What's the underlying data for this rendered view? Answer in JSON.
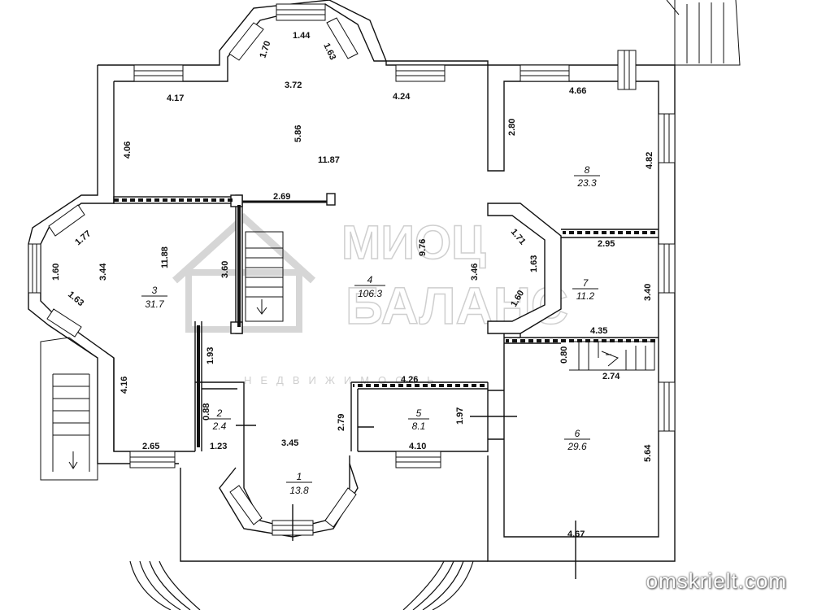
{
  "watermark": {
    "brand_line1": "МИОЦ",
    "brand_line2": "БАЛАНС",
    "brand_sub": "НЕДВИЖИМОСТЬ",
    "site": "omskrielt.com"
  },
  "rooms": [
    {
      "id": "1",
      "number": "1",
      "area": "13.8"
    },
    {
      "id": "2",
      "number": "2",
      "area": "2.4"
    },
    {
      "id": "3",
      "number": "3",
      "area": "31.7"
    },
    {
      "id": "4",
      "number": "4",
      "area": "106.3"
    },
    {
      "id": "5",
      "number": "5",
      "area": "8.1"
    },
    {
      "id": "6",
      "number": "6",
      "area": "29.6"
    },
    {
      "id": "7",
      "number": "7",
      "area": "11.2"
    },
    {
      "id": "8",
      "number": "8",
      "area": "23.3"
    }
  ],
  "dimensions": [
    "1.44",
    "1.70",
    "1.63",
    "3.72",
    "4.17",
    "4.24",
    "4.66",
    "2.80",
    "4.82",
    "5.86",
    "4.06",
    "11.87",
    "2.69",
    "1.77",
    "3.44",
    "11.88",
    "1.60",
    "1.63",
    "3.60",
    "9.76",
    "3.46",
    "1.71",
    "1.63",
    "1.60",
    "2.95",
    "3.40",
    "4.35",
    "0.80",
    "2.74",
    "1.93",
    "4.16",
    "2.65",
    "1.23",
    "0.88",
    "3.45",
    "2.79",
    "4.26",
    "1.97",
    "4.10",
    "5.64",
    "4.67"
  ]
}
